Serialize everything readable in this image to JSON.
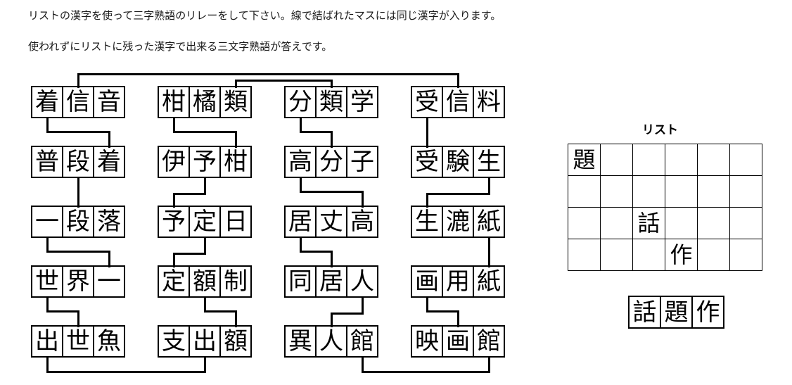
{
  "instructions": {
    "line1": "リストの漢字を使って三字熟語のリレーをして下さい。線で結ばれたマスには同じ漢字が入ります。",
    "line2": "使われずにリストに残った漢字で出来る三文字熟語が答えです。"
  },
  "board": {
    "columns": [
      {
        "index": 1,
        "words": [
          {
            "chars": [
              "着",
              "信",
              "音"
            ]
          },
          {
            "chars": [
              "普",
              "段",
              "着"
            ]
          },
          {
            "chars": [
              "一",
              "段",
              "落"
            ]
          },
          {
            "chars": [
              "世",
              "界",
              "一"
            ]
          },
          {
            "chars": [
              "出",
              "世",
              "魚"
            ]
          }
        ]
      },
      {
        "index": 2,
        "words": [
          {
            "chars": [
              "柑",
              "橘",
              "類"
            ]
          },
          {
            "chars": [
              "伊",
              "予",
              "柑"
            ]
          },
          {
            "chars": [
              "予",
              "定",
              "日"
            ]
          },
          {
            "chars": [
              "定",
              "額",
              "制"
            ]
          },
          {
            "chars": [
              "支",
              "出",
              "額"
            ]
          }
        ]
      },
      {
        "index": 3,
        "words": [
          {
            "chars": [
              "分",
              "類",
              "学"
            ]
          },
          {
            "chars": [
              "高",
              "分",
              "子"
            ]
          },
          {
            "chars": [
              "居",
              "丈",
              "高"
            ]
          },
          {
            "chars": [
              "同",
              "居",
              "人"
            ]
          },
          {
            "chars": [
              "異",
              "人",
              "館"
            ]
          }
        ]
      },
      {
        "index": 4,
        "words": [
          {
            "chars": [
              "受",
              "信",
              "料"
            ]
          },
          {
            "chars": [
              "受",
              "験",
              "生"
            ]
          },
          {
            "chars": [
              "生",
              "漉",
              "紙"
            ]
          },
          {
            "chars": [
              "画",
              "用",
              "紙"
            ]
          },
          {
            "chars": [
              "映",
              "画",
              "館"
            ]
          }
        ]
      }
    ]
  },
  "list": {
    "title": "リスト",
    "rows": [
      [
        "題",
        "",
        "",
        "",
        "",
        ""
      ],
      [
        "",
        "",
        "",
        "",
        "",
        ""
      ],
      [
        "",
        "",
        "話",
        "",
        "",
        ""
      ],
      [
        "",
        "",
        "",
        "作",
        "",
        ""
      ]
    ]
  },
  "answer": {
    "chars": [
      "話",
      "題",
      "作"
    ]
  },
  "colors": {
    "ink": "#000000",
    "paper": "#ffffff"
  }
}
